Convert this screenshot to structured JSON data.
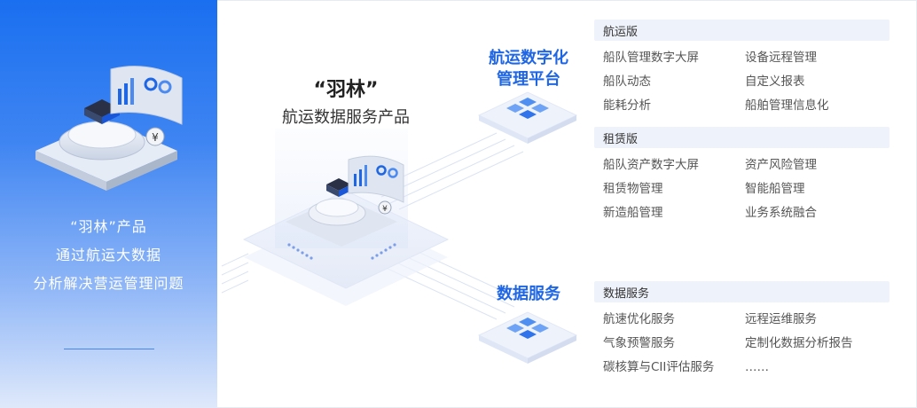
{
  "left": {
    "lines": [
      "“羽林”产品",
      "通过航运大数据",
      "分析解决营运管理问题"
    ]
  },
  "product": {
    "quote_title": "“羽林”",
    "subtitle": "航运数据服务产品"
  },
  "platform_top": {
    "line1": "航运数字化",
    "line2": "管理平台"
  },
  "platform_bottom": {
    "label": "数据服务"
  },
  "sections": [
    {
      "title": "航运版",
      "items": [
        "船队管理数字大屏",
        "设备远程管理",
        "船队动态",
        "自定义报表",
        "能耗分析",
        "船舶管理信息化"
      ]
    },
    {
      "title": "租赁版",
      "items": [
        "船队资产数字大屏",
        "资产风险管理",
        "租赁物管理",
        "智能船管理",
        "新造船管理",
        "业务系统融合"
      ]
    },
    {
      "title": "数据服务",
      "items": [
        "航速优化服务",
        "远程运维服务",
        "气象预警服务",
        "定制化数据分析报告",
        "碳核算与CII评估服务",
        "……"
      ]
    }
  ],
  "colors": {
    "accent": "#1f66e5",
    "left_gradient_top": "#1a6ff0"
  }
}
